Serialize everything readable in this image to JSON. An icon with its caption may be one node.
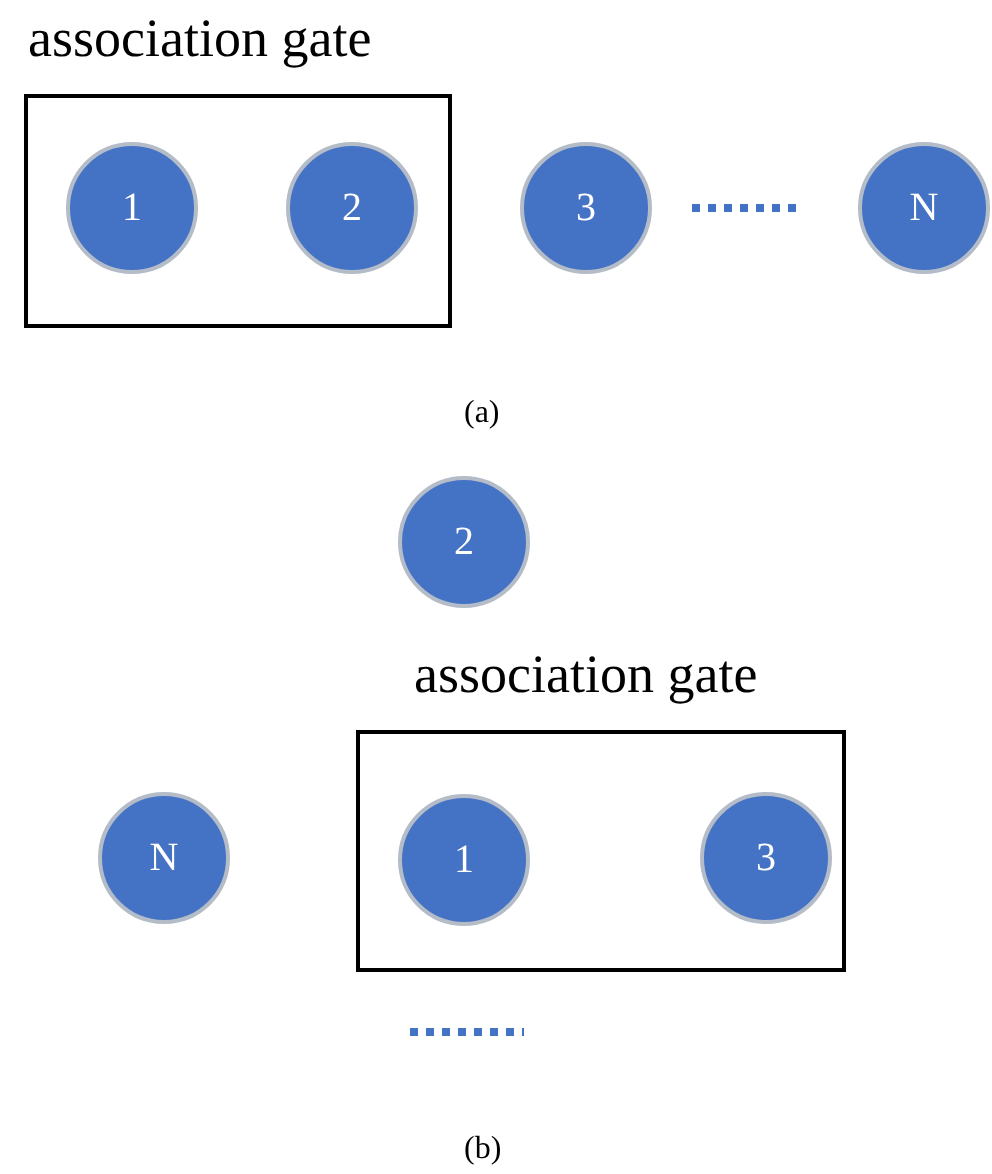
{
  "diagram": {
    "nodes": [
      {
        "text": [
          "association gate"
        ]
      },
      {
        "text": [
          "1"
        ],
        "in": 0
      },
      {
        "text": [
          "2"
        ],
        "in": 0
      },
      {
        "text": [
          "3"
        ]
      },
      {
        "text": [
          "N"
        ]
      },
      {
        "text": [
          "2"
        ]
      },
      {
        "text": [
          "association gate"
        ]
      },
      {
        "text": [
          "N"
        ]
      },
      {
        "text": [
          "1"
        ],
        "in": 6
      },
      {
        "text": [
          "3"
        ],
        "in": 6
      }
    ],
    "labels": [
      "(a)",
      "(b)"
    ]
  }
}
